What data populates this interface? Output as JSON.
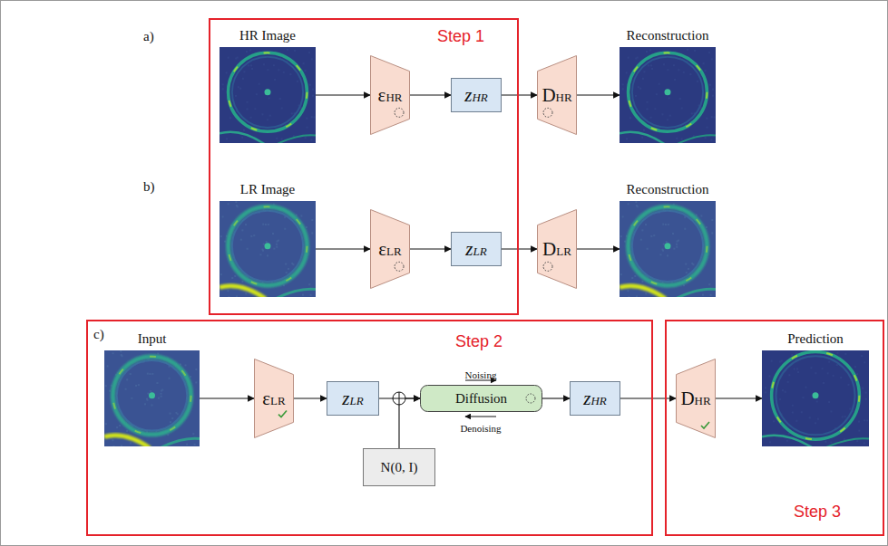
{
  "diagram": {
    "nodes": [
      {
        "text": [
          "Step 1"
        ]
      },
      {
        "text": [
          "HR Image"
        ],
        "in": 0
      },
      {
        "text": [
          "εHR"
        ],
        "in": 0
      },
      {
        "text": [
          "zHR"
        ],
        "in": 0
      },
      {
        "text": [
          "DHR"
        ]
      },
      {
        "text": [
          "Reconstruction"
        ]
      },
      {
        "text": [
          "LR Image"
        ],
        "in": 0
      },
      {
        "text": [
          "εLR"
        ],
        "in": 0
      },
      {
        "text": [
          "zLR"
        ],
        "in": 0
      },
      {
        "text": [
          "DLR"
        ]
      },
      {
        "text": [
          "Reconstruction"
        ]
      },
      {
        "text": [
          "Step 2"
        ]
      },
      {
        "text": [
          "Input"
        ],
        "in": 11
      },
      {
        "text": [
          "εLR"
        ],
        "in": 11
      },
      {
        "text": [
          "zLR"
        ],
        "in": 11
      },
      {
        "text": [
          "Diffusion"
        ],
        "in": 11
      },
      {
        "text": [
          "N(0, I)"
        ],
        "in": 11
      },
      {
        "text": [
          "zHR"
        ],
        "in": 11
      },
      {
        "text": [
          "Step 3"
        ]
      },
      {
        "text": [
          "DHR"
        ],
        "in": 18
      },
      {
        "text": [
          "Prediction"
        ],
        "in": 18
      }
    ],
    "edges": [
      {
        "from": 1,
        "to": 2,
        "arrow": "to"
      },
      {
        "from": 2,
        "to": 3,
        "arrow": "to"
      },
      {
        "from": 3,
        "to": 4,
        "arrow": "to"
      },
      {
        "from": 4,
        "to": 5,
        "arrow": "to"
      },
      {
        "from": 6,
        "to": 7,
        "arrow": "to"
      },
      {
        "from": 7,
        "to": 8,
        "arrow": "to"
      },
      {
        "from": 8,
        "to": 9,
        "arrow": "to"
      },
      {
        "from": 9,
        "to": 10,
        "arrow": "to"
      },
      {
        "from": 12,
        "to": 13,
        "arrow": "to"
      },
      {
        "from": 13,
        "to": 14,
        "arrow": "to"
      },
      {
        "from": 14,
        "to": 15,
        "arrow": "to"
      },
      {
        "from": 16,
        "to": 15,
        "arrow": "to"
      },
      {
        "from": 15,
        "to": 17,
        "arrow": "to"
      },
      {
        "from": 17,
        "to": 19,
        "arrow": "to"
      },
      {
        "from": 19,
        "to": 20,
        "arrow": "to"
      }
    ],
    "labels": [
      "a)",
      "b)",
      "c)",
      "Noising",
      "Denoising"
    ]
  }
}
